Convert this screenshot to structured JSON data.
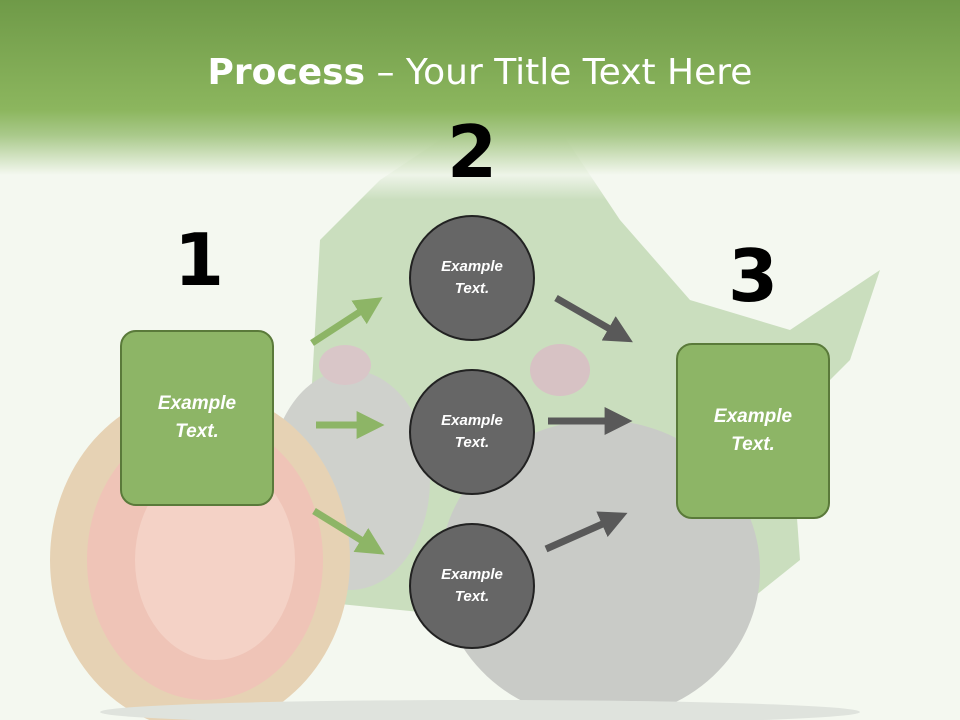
{
  "slide": {
    "title_bold": "Process",
    "title_rest": " – Your Title Text Here"
  },
  "colors": {
    "header_green": "#8cb65e",
    "box_green": "#8db566",
    "circle_gray": "#666666",
    "arrow_green": "#8db566",
    "arrow_gray": "#595959"
  },
  "steps": [
    {
      "number": "1",
      "text": "Example\nText."
    },
    {
      "number": "2",
      "circles": [
        "Example\nText.",
        "Example\nText.",
        "Example\nText."
      ]
    },
    {
      "number": "3",
      "text": "Example\nText."
    }
  ]
}
